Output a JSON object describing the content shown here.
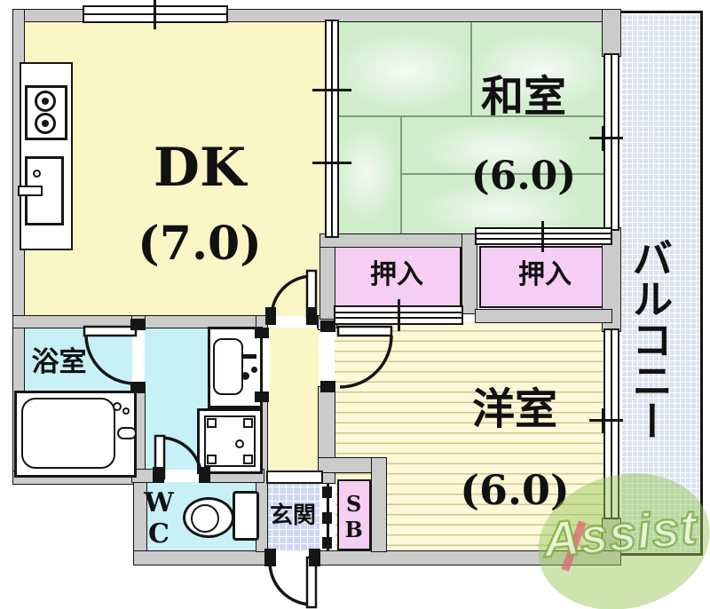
{
  "plan": {
    "rooms": {
      "dk": {
        "label": "DK",
        "size": "(7.0)"
      },
      "washitsu": {
        "label": "和室",
        "size": "(6.0)"
      },
      "youshitsu": {
        "label": "洋室",
        "size": "(6.0)"
      },
      "closet_left": {
        "label": "押入"
      },
      "closet_right": {
        "label": "押入"
      },
      "balcony": {
        "label": "バルコニー"
      },
      "bathroom": {
        "label": "浴室"
      },
      "toilet": {
        "label": "WC"
      },
      "entrance": {
        "label": "玄関"
      },
      "shoe_box": {
        "label": "SB"
      }
    },
    "watermark": {
      "text": "Assist"
    },
    "colors": {
      "wall_fill": "#cbcbcb",
      "line": "#151515",
      "dk_fill": "#faf6c6",
      "tatami_fill": "#cfeccb",
      "tatami_line": "#7f9b7f",
      "closet_fill": "#f6cdf3",
      "wet_fill": "#c7f1f6",
      "genkan_fill": "#ccd8f2",
      "balcony_fill": "#d9e3ef",
      "flooring_fill": "#fcf9d8",
      "flooring_line": "#cfc78e",
      "logo_green": "#96c658",
      "logo_red": "#e26a78"
    }
  }
}
